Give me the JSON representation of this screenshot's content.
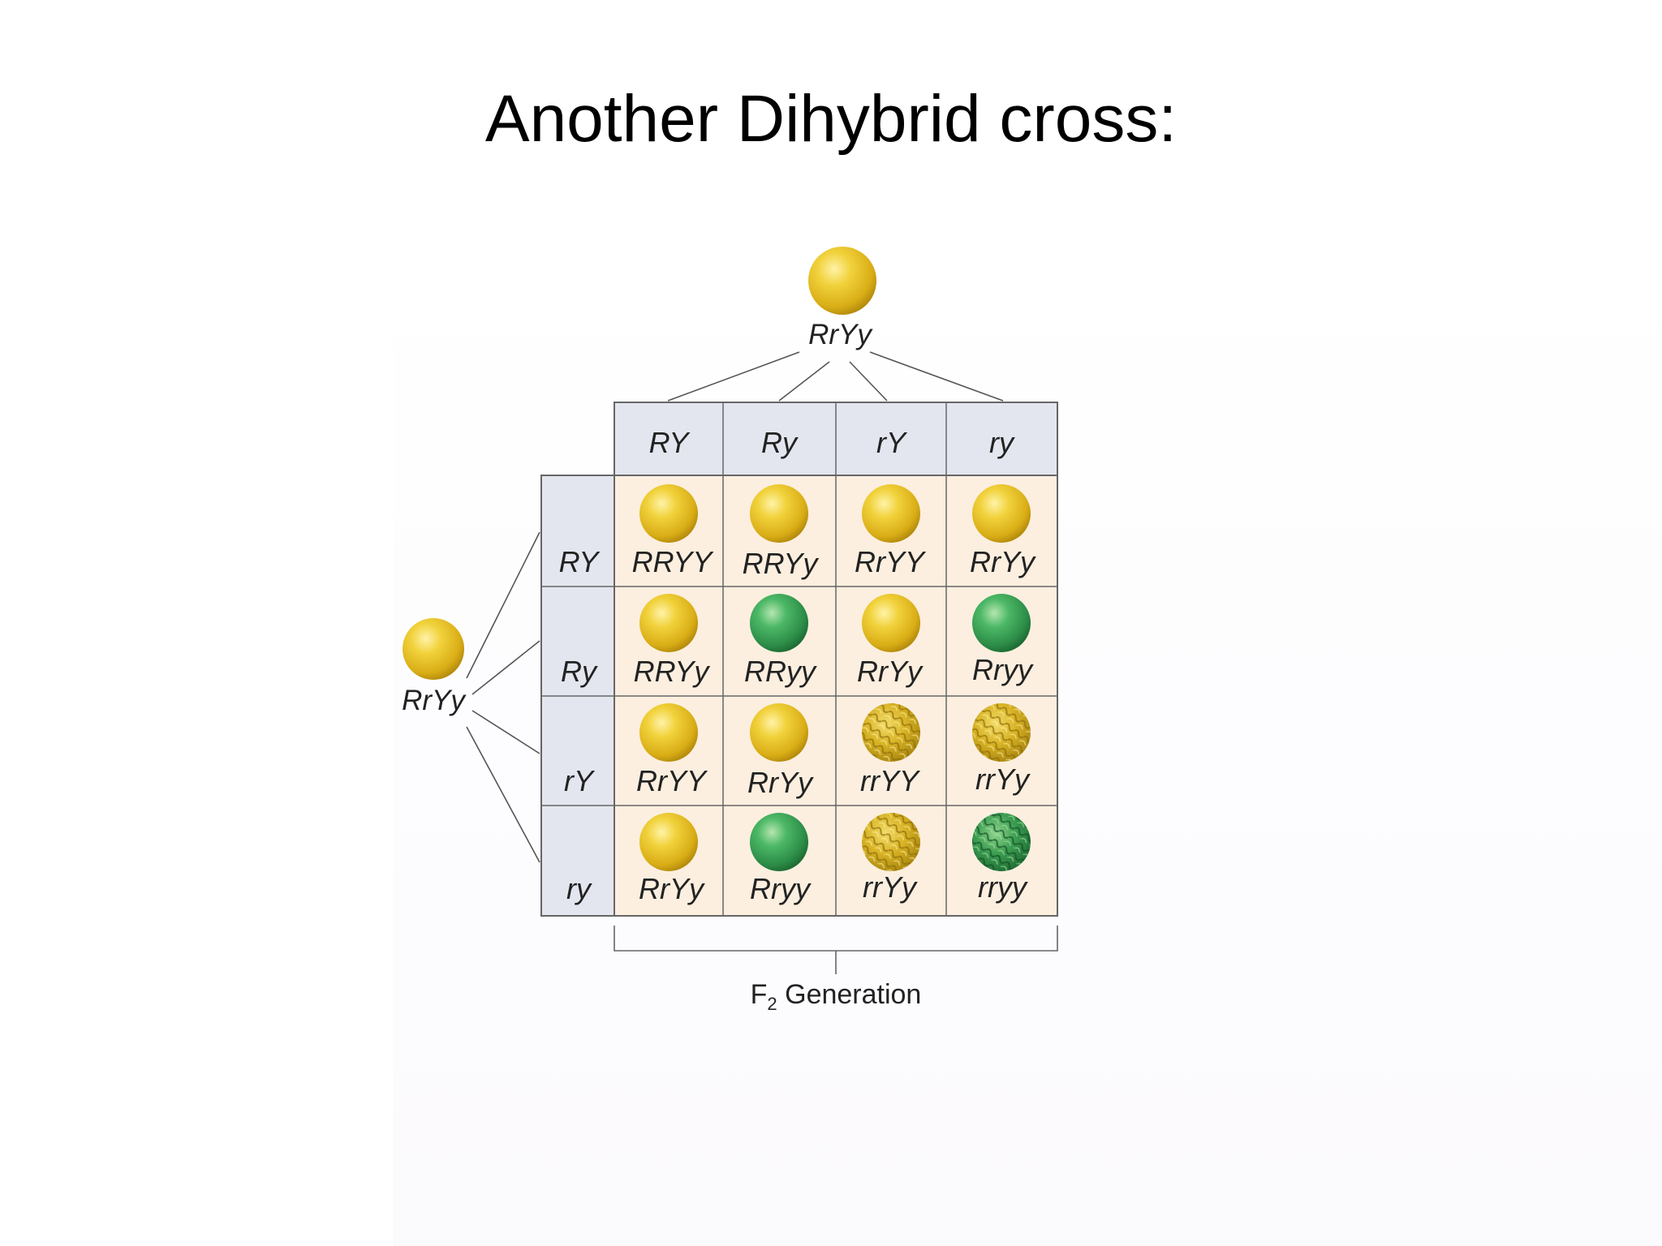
{
  "title": "Another Dihybrid cross:",
  "top_parent": {
    "genotype": "RrYy",
    "seed": "yellow-round"
  },
  "left_parent": {
    "genotype": "RrYy",
    "seed": "yellow-round"
  },
  "column_gametes": [
    "RY",
    "Ry",
    "rY",
    "ry"
  ],
  "row_gametes": [
    "RY",
    "Ry",
    "rY",
    "ry"
  ],
  "cells": [
    [
      {
        "genotype": "RRYY",
        "seed": "yellow-round"
      },
      {
        "genotype": "RRYy",
        "seed": "yellow-round"
      },
      {
        "genotype": "RrYY",
        "seed": "yellow-round"
      },
      {
        "genotype": "RrYy",
        "seed": "yellow-round"
      }
    ],
    [
      {
        "genotype": "RRYy",
        "seed": "yellow-round"
      },
      {
        "genotype": "RRyy",
        "seed": "green-round"
      },
      {
        "genotype": "RrYy",
        "seed": "yellow-round"
      },
      {
        "genotype": "Rryy",
        "seed": "green-round"
      }
    ],
    [
      {
        "genotype": "RrYY",
        "seed": "yellow-round"
      },
      {
        "genotype": "RrYy",
        "seed": "yellow-round"
      },
      {
        "genotype": "rrYY",
        "seed": "yellow-wrinkled"
      },
      {
        "genotype": "rrYy",
        "seed": "yellow-wrinkled"
      }
    ],
    [
      {
        "genotype": "RrYy",
        "seed": "yellow-round"
      },
      {
        "genotype": "Rryy",
        "seed": "green-round"
      },
      {
        "genotype": "rrYy",
        "seed": "yellow-wrinkled"
      },
      {
        "genotype": "rryy",
        "seed": "green-wrinkled"
      }
    ]
  ],
  "generation_label": {
    "main": "F",
    "sub": "2",
    "suffix": " Generation"
  },
  "colors": {
    "header_fill": "#e3e6ef",
    "cell_fill": "#fcefdf",
    "grid_line": "#666666",
    "connector_line": "#555555",
    "yellow_seed": "#e6c32a",
    "green_seed": "#3aa257"
  }
}
